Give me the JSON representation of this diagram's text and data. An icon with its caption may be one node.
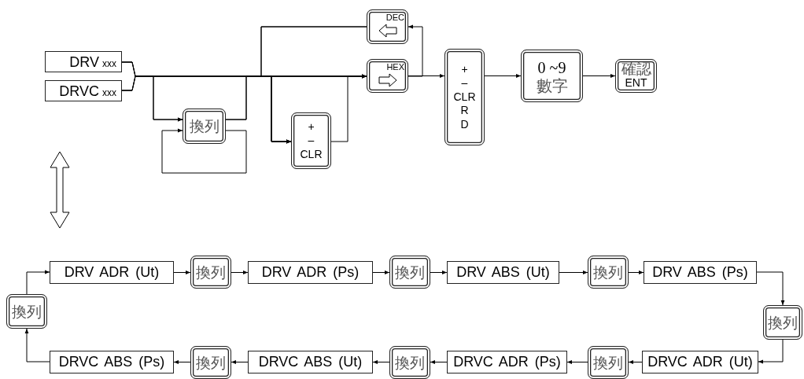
{
  "diagram": {
    "nodes": [
      {
        "text": [
          "DRV",
          "xxx"
        ]
      },
      {
        "text": [
          "DRVC",
          "xxx"
        ]
      },
      {
        "text": [
          "換列"
        ]
      },
      {
        "text": [
          "+",
          "–",
          "CLR"
        ]
      },
      {
        "text": [
          "DEC"
        ]
      },
      {
        "text": [
          "HEX"
        ]
      },
      {
        "text": [
          "+",
          "–",
          "CLR",
          "R",
          "D"
        ]
      },
      {
        "text": [
          "0 ~9",
          "數字"
        ]
      },
      {
        "text": [
          "確認",
          "ENT"
        ]
      },
      {
        "text": [
          "DRV ADR (Ut)"
        ]
      },
      {
        "text": [
          "換列"
        ]
      },
      {
        "text": [
          "DRV ADR (Ps)"
        ]
      },
      {
        "text": [
          "換列"
        ]
      },
      {
        "text": [
          "DRV ABS (Ut)"
        ]
      },
      {
        "text": [
          "換列"
        ]
      },
      {
        "text": [
          "DRV ABS (Ps)"
        ]
      },
      {
        "text": [
          "換列"
        ]
      },
      {
        "text": [
          "DRVC ADR (Ut)"
        ]
      },
      {
        "text": [
          "換列"
        ]
      },
      {
        "text": [
          "DRVC ADR (Ps)"
        ]
      },
      {
        "text": [
          "換列"
        ]
      },
      {
        "text": [
          "DRVC ABS (Ut)"
        ]
      },
      {
        "text": [
          "換列"
        ]
      },
      {
        "text": [
          "DRVC ABS (Ps)"
        ]
      },
      {
        "text": [
          "換列"
        ]
      }
    ],
    "edges": [
      {
        "from": 0,
        "to": 5,
        "arrow": "to"
      },
      {
        "from": 1,
        "to": 5,
        "arrow": "to"
      },
      {
        "from": 0,
        "to": 2,
        "arrow": "to"
      },
      {
        "from": 1,
        "to": 2,
        "arrow": "to"
      },
      {
        "from": 2,
        "to": 2,
        "arrow": "to"
      },
      {
        "from": 2,
        "to": 5,
        "arrow": "to"
      },
      {
        "from": 0,
        "to": 3,
        "arrow": "to"
      },
      {
        "from": 1,
        "to": 3,
        "arrow": "to"
      },
      {
        "from": 2,
        "to": 3,
        "arrow": "to"
      },
      {
        "from": 4,
        "to": 3,
        "arrow": "to"
      },
      {
        "from": 4,
        "to": 5,
        "arrow": "to"
      },
      {
        "from": 3,
        "to": 5,
        "arrow": "to"
      },
      {
        "from": 5,
        "to": 6,
        "arrow": "to"
      },
      {
        "from": 5,
        "to": 4,
        "arrow": "to"
      },
      {
        "from": 6,
        "to": 7,
        "arrow": "to"
      },
      {
        "from": 7,
        "to": 8,
        "arrow": "to"
      },
      {
        "from": 9,
        "to": 10,
        "arrow": "to"
      },
      {
        "from": 10,
        "to": 11,
        "arrow": "to"
      },
      {
        "from": 11,
        "to": 12,
        "arrow": "to"
      },
      {
        "from": 12,
        "to": 13,
        "arrow": "to"
      },
      {
        "from": 13,
        "to": 14,
        "arrow": "to"
      },
      {
        "from": 14,
        "to": 15,
        "arrow": "to"
      },
      {
        "from": 15,
        "to": 16,
        "arrow": "to"
      },
      {
        "from": 16,
        "to": 17,
        "arrow": "to"
      },
      {
        "from": 17,
        "to": 18,
        "arrow": "to"
      },
      {
        "from": 18,
        "to": 19,
        "arrow": "to"
      },
      {
        "from": 19,
        "to": 20,
        "arrow": "to"
      },
      {
        "from": 20,
        "to": 21,
        "arrow": "to"
      },
      {
        "from": 21,
        "to": 22,
        "arrow": "to"
      },
      {
        "from": 22,
        "to": 23,
        "arrow": "to"
      },
      {
        "from": 23,
        "to": 24,
        "arrow": "to"
      },
      {
        "from": 24,
        "to": 9,
        "arrow": "to"
      }
    ]
  }
}
